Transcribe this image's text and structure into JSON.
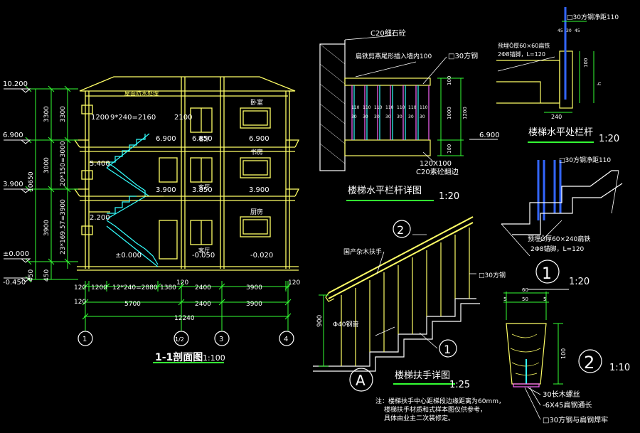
{
  "section": {
    "title": "1-1剖面图",
    "scale": "1:100",
    "elev_left": [
      "10.200",
      "6.900",
      "3.900",
      "±0.000",
      "-0.450"
    ],
    "dims_left_outer": [
      "10650",
      "450"
    ],
    "dims_left_mid": [
      "3300",
      "3000",
      "3900",
      "450"
    ],
    "dims_left_inner": [
      "3300",
      "20*150=3000",
      "23*169.57=3900"
    ],
    "room_labels": [
      "卧室",
      "书房",
      "厨房",
      "客厅",
      "客厅",
      "客厅"
    ],
    "roof_label": "屋面防水处理",
    "stair_top_dims": [
      "1200",
      "9*240=2160",
      "2100"
    ],
    "levels_stair": [
      "5.400",
      "2.200",
      "±0.000"
    ],
    "levels_mid": [
      "6.850",
      "3.850",
      "-0.050"
    ],
    "levels_right": [
      "6.900",
      "3.900",
      "-0.020"
    ],
    "levels_floor_left": [
      "6.900",
      "3.900"
    ],
    "bottom_dims_row1": [
      "120",
      "1200",
      "12*240=2880",
      "1380",
      "2400",
      "3900",
      "120"
    ],
    "bottom_dims_row2": [
      "5700",
      "2400",
      "3900"
    ],
    "bottom_dims_row2_edge": [
      "120",
      "120"
    ],
    "bottom_total": "12240",
    "axes": [
      "1",
      "1/2",
      "3",
      "4"
    ]
  },
  "railing_detail": {
    "title": "楼梯水平栏杆详图",
    "scale": "1:20",
    "labels": [
      "C20细石砼",
      "扁铁剪燕尾形插入墙内100",
      "□30方钢",
      "120X100",
      "C20素砼翻边"
    ],
    "dims": [
      "110",
      "110",
      "110",
      "110",
      "110",
      "110",
      "110"
    ],
    "dims_30": [
      "30",
      "30",
      "30",
      "30",
      "30",
      "30",
      "30"
    ],
    "dims_v": [
      "100",
      "1000",
      "100",
      "1200"
    ],
    "level": "6.900"
  },
  "handrail_end": {
    "title": "楼梯水平处栏杆",
    "scale": "1:20",
    "labels": [
      "□30方钢净距110",
      "预埋Ô厚60×60扁铁",
      "2Φ8锚脚，L=120"
    ],
    "dims": [
      "45",
      "30",
      "45",
      "100",
      "h",
      "240"
    ]
  },
  "detail1": {
    "labels": [
      "□30方钢净距110",
      "预埋Ô厚60×240扁铁",
      "2Φ8锚脚，L=120"
    ],
    "mark": "1",
    "scale": "1:20"
  },
  "handrail_detail": {
    "title": "楼梯扶手详图",
    "scale": "1:25",
    "labels": [
      "国产杂木扶手",
      "□30方钢",
      "Φ40钢管"
    ],
    "dim_v": "900",
    "mark_a": "A",
    "mark_2": "2",
    "mark_1": "1",
    "notes": [
      "注：楼梯扶手中心距梯段边缘距离为60mm，",
      "楼梯扶手材质和式样本图仅供参考，",
      "具体由业主二次装修定。"
    ]
  },
  "detail2": {
    "dims": [
      "60",
      "5",
      "50",
      "5",
      "100"
    ],
    "labels": [
      "30长木螺丝",
      "-6X45扁钢通长",
      "□30方钢与扁钢焊牢"
    ],
    "mark": "2",
    "scale": "1:10"
  }
}
